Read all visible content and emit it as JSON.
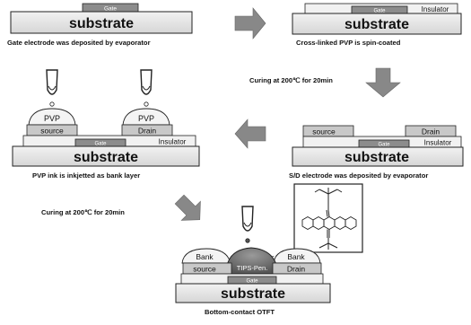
{
  "colors": {
    "substrate": "#e4e4e4",
    "gate": "#8c8c8c",
    "insulator": "#f1f1f1",
    "electrode": "#c8c8c8",
    "pvp_bank": "#f4f4f4",
    "tips_pen": "#6e6e6e",
    "arrow": "#888888",
    "outline": "#222222"
  },
  "step1": {
    "substrate": "substrate",
    "gate": "Gate",
    "caption": "Gate electrode was deposited by evaporator"
  },
  "step2": {
    "substrate": "substrate",
    "gate": "Gate",
    "insulator": "Insulator",
    "caption": "Cross-linked PVP is spin-coated"
  },
  "curing1": {
    "label": "Curing at 200℃ for 20min"
  },
  "step3": {
    "substrate": "substrate",
    "gate": "Gate",
    "insulator": "Insulator",
    "source": "source",
    "drain": "Drain",
    "caption": "S/D electrode was deposited by evaporator"
  },
  "step4": {
    "substrate": "substrate",
    "gate": "Gate",
    "insulator": "Insulator",
    "source": "source",
    "drain": "Drain",
    "pvp_left": "PVP",
    "pvp_right": "PVP",
    "caption": "PVP ink is inkjetted as bank layer"
  },
  "curing2": {
    "label": "Curing at 200℃ for 20min"
  },
  "step5": {
    "substrate": "substrate",
    "gate": "Gate",
    "source": "source",
    "drain": "Drain",
    "bank_left": "Bank",
    "bank_right": "Bank",
    "semiconductor": "TIPS-Pen.",
    "caption": "Bottom-contact OTFT"
  },
  "icons": {
    "nozzle": "inkjet-nozzle-icon",
    "molecule": "tips-pentacene-molecule-icon",
    "arrow": "process-arrow-icon"
  }
}
